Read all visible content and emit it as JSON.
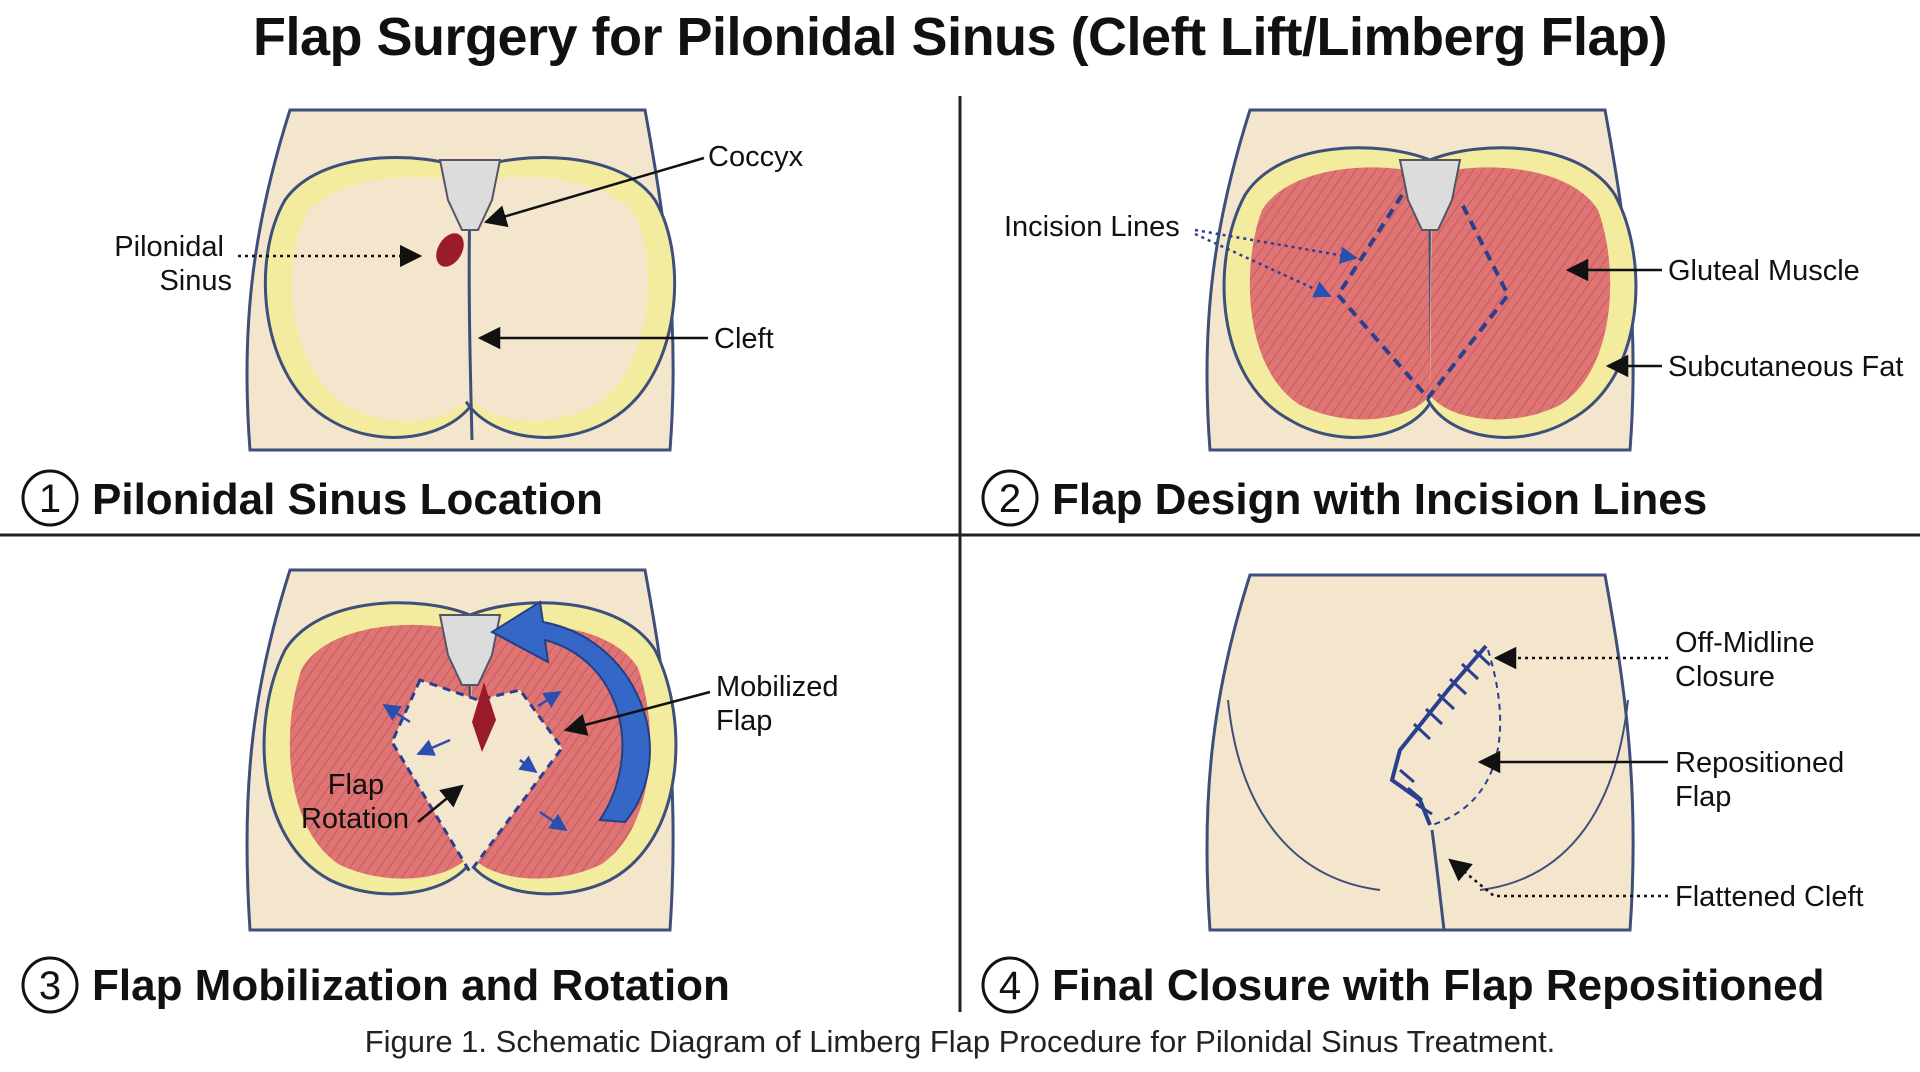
{
  "title": "Flap Surgery for Pilonidal Sinus (Cleft Lift/Limberg Flap)",
  "caption": "Figure 1. Schematic Diagram of Limberg Flap Procedure for Pilonidal Sinus Treatment.",
  "colors": {
    "skin": "#f4e6cc",
    "skin_outline": "#3d4f7a",
    "fat": "#f3ec9e",
    "muscle": "#df7474",
    "incision": "#2b3f8f",
    "arrow_blue": "#3567c6",
    "sinus": "#9a1c2c",
    "bone": "#dcdcdc"
  },
  "panels": [
    {
      "number": "1",
      "title": "Pilonidal Sinus Location",
      "labels": {
        "coccyx": "Coccyx",
        "sinus_line1": "Pilonidal",
        "sinus_line2": "Sinus",
        "cleft": "Cleft"
      }
    },
    {
      "number": "2",
      "title": "Flap Design with Incision Lines",
      "labels": {
        "incision": "Incision Lines",
        "muscle": "Gluteal Muscle",
        "fat": "Subcutaneous Fat"
      }
    },
    {
      "number": "3",
      "title": "Flap Mobilization and Rotation",
      "labels": {
        "mobilized_line1": "Mobilized",
        "mobilized_line2": "Flap",
        "rotation_line1": "Flap",
        "rotation_line2": "Rotation"
      }
    },
    {
      "number": "4",
      "title": "Final Closure with Flap Repositioned",
      "labels": {
        "closure_line1": "Off-Midline",
        "closure_line2": "Closure",
        "reposition_line1": "Repositioned",
        "reposition_line2": "Flap",
        "cleft": "Flattened Cleft"
      }
    }
  ]
}
